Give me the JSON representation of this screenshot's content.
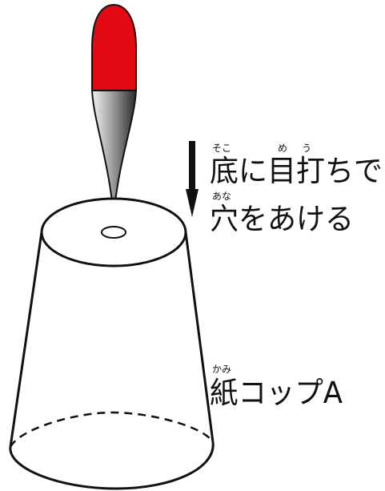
{
  "instruction": {
    "line1": {
      "text": "底に目打ちで",
      "ruby": [
        {
          "base": "底",
          "reading": "そこ"
        },
        {
          "base": "目",
          "reading": "め"
        },
        {
          "base": "打",
          "reading": "う"
        }
      ]
    },
    "line2": {
      "text": "穴をあける",
      "ruby": [
        {
          "base": "穴",
          "reading": "あな"
        }
      ]
    }
  },
  "cup_label": {
    "text": "紙コップA",
    "ruby": [
      {
        "base": "紙",
        "reading": "かみ"
      }
    ]
  },
  "colors": {
    "awl_handle": "#e10a12",
    "awl_blade_dark": "#2a2a2a",
    "awl_blade_light": "#f2f2f2",
    "outline": "#111111"
  },
  "icons": {
    "tool": "awl-icon",
    "direction": "down-arrow-icon",
    "object": "paper-cup"
  }
}
